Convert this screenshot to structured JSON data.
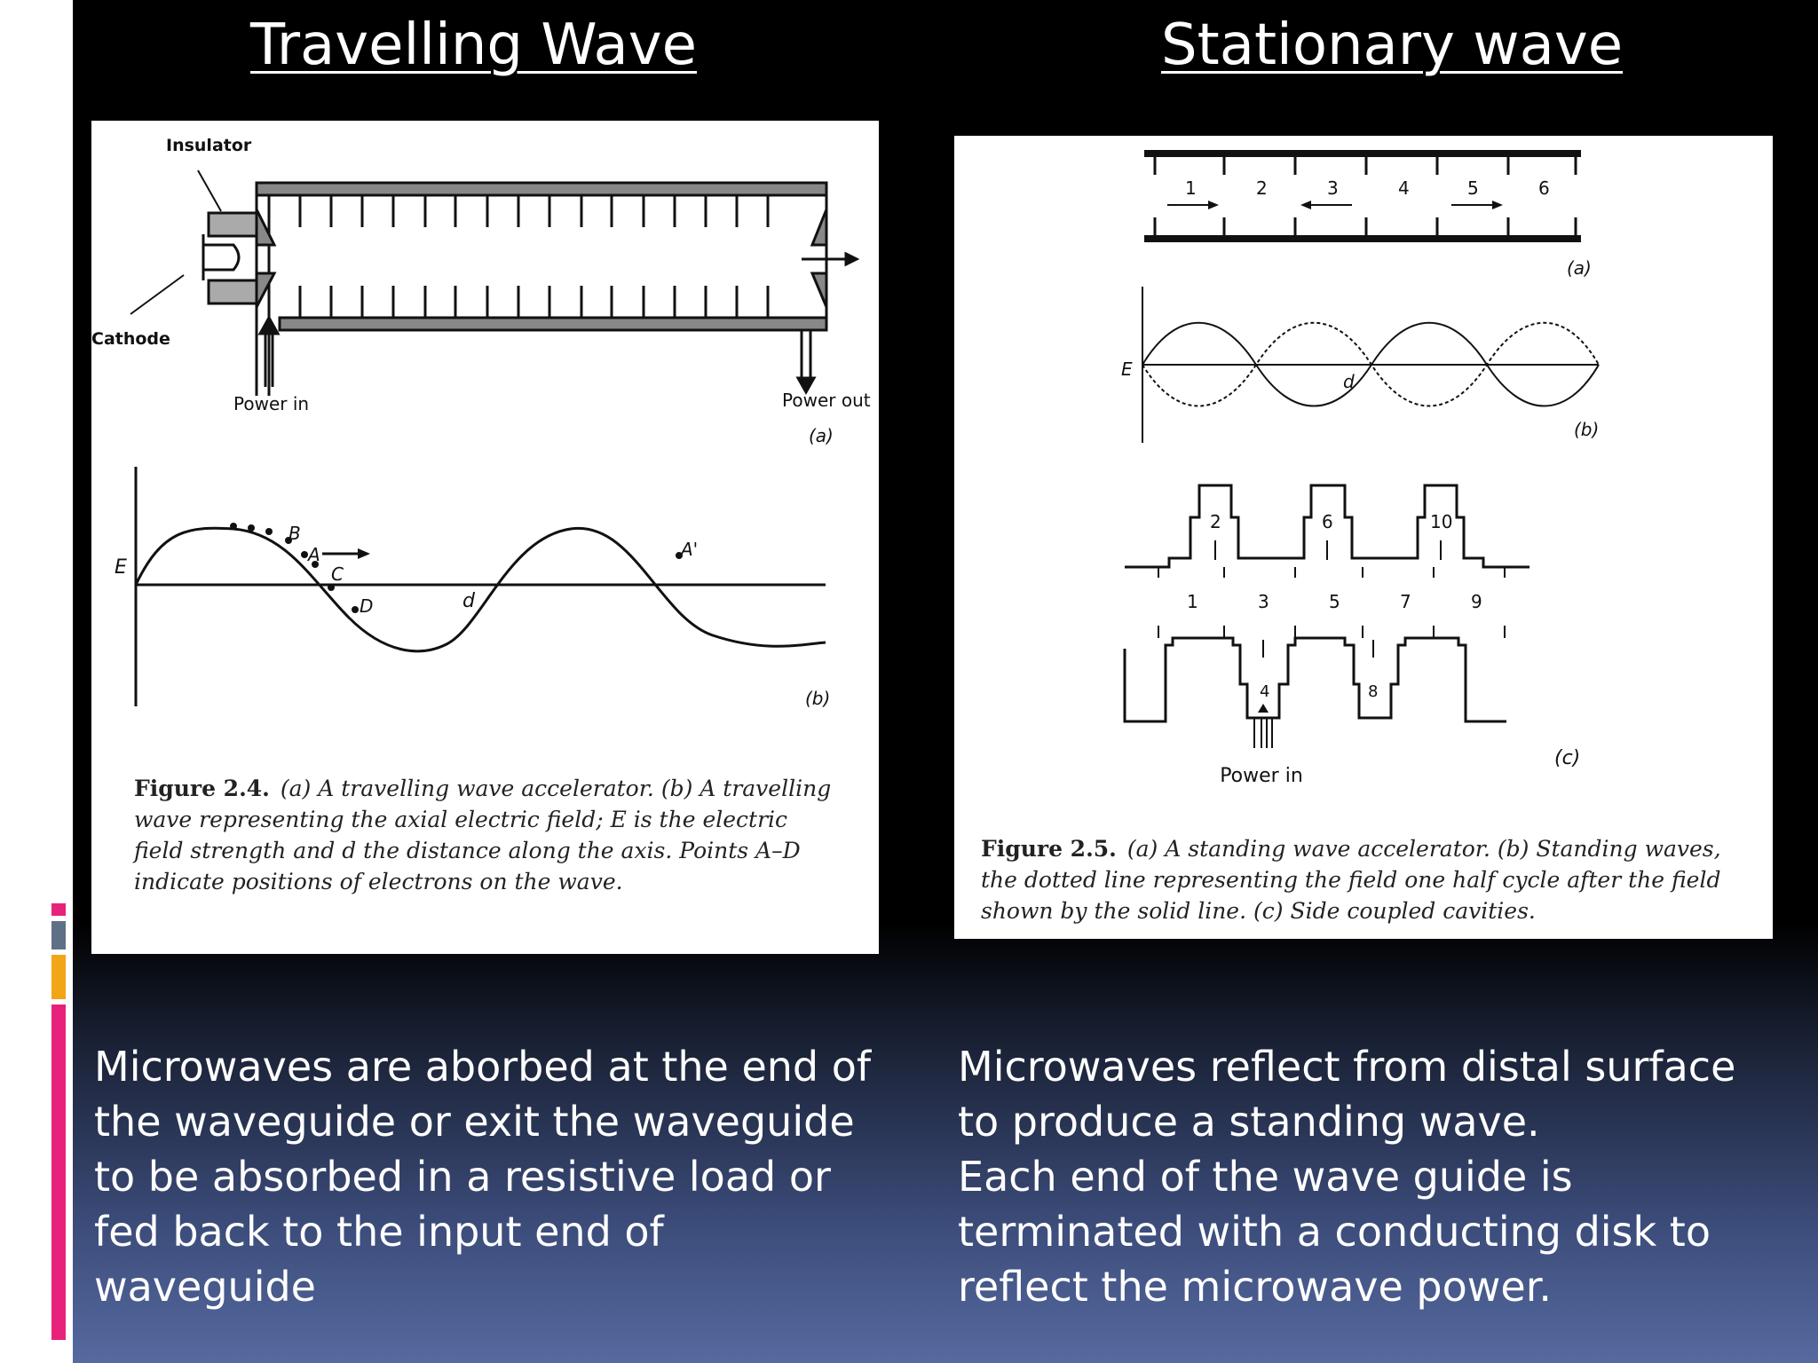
{
  "headings": {
    "travelling": "Travelling Wave",
    "stationary": "Stationary wave"
  },
  "fig_left": {
    "labels": {
      "insulator": "Insulator",
      "cathode": "Cathode",
      "power_in": "Power in",
      "power_out": "Power out",
      "panel_a": "(a)",
      "panel_b": "(b)",
      "E": "E",
      "A": "A",
      "B": "B",
      "C": "C",
      "D": "D",
      "A_prime": "A'",
      "d": "d"
    },
    "caption_num": "Figure 2.4.",
    "caption_text": "(a) A travelling wave accelerator. (b) A travelling wave representing the axial electric field; E is the electric field strength and d the distance along the axis. Points A–D indicate positions of electrons on the wave."
  },
  "fig_right": {
    "labels": {
      "n1": "1",
      "n2": "2",
      "n3": "3",
      "n4": "4",
      "n5": "5",
      "n6": "6",
      "panel_a": "(a)",
      "E": "E",
      "d": "d",
      "panel_b": "(b)",
      "c2": "2",
      "c6": "6",
      "c10": "10",
      "c1": "1",
      "c3": "3",
      "c5": "5",
      "c7": "7",
      "c9": "9",
      "c4": "4",
      "c8": "8",
      "power_in": "Power in",
      "panel_c": "(c)"
    },
    "caption_num": "Figure 2.5.",
    "caption_text": "(a) A standing wave accelerator. (b) Standing waves, the dotted line representing the field one half cycle after the field shown by the solid line. (c) Side coupled cavities."
  },
  "text_left": "Microwaves are aborbed at the end of the waveguide or exit the waveguide to be absorbed in a resistive load or fed back to the input end of waveguide",
  "text_right_1": "Microwaves reflect from distal surface to produce a standing wave.",
  "text_right_2": "Each end of the wave guide is terminated with a conducting disk to reflect the microwave power.",
  "colors": {
    "accent_pink": "#e8217a",
    "accent_gray": "#5f6f86",
    "accent_orange": "#f2a516",
    "background_dark": "#000000",
    "background_blue": "#566aa0"
  }
}
